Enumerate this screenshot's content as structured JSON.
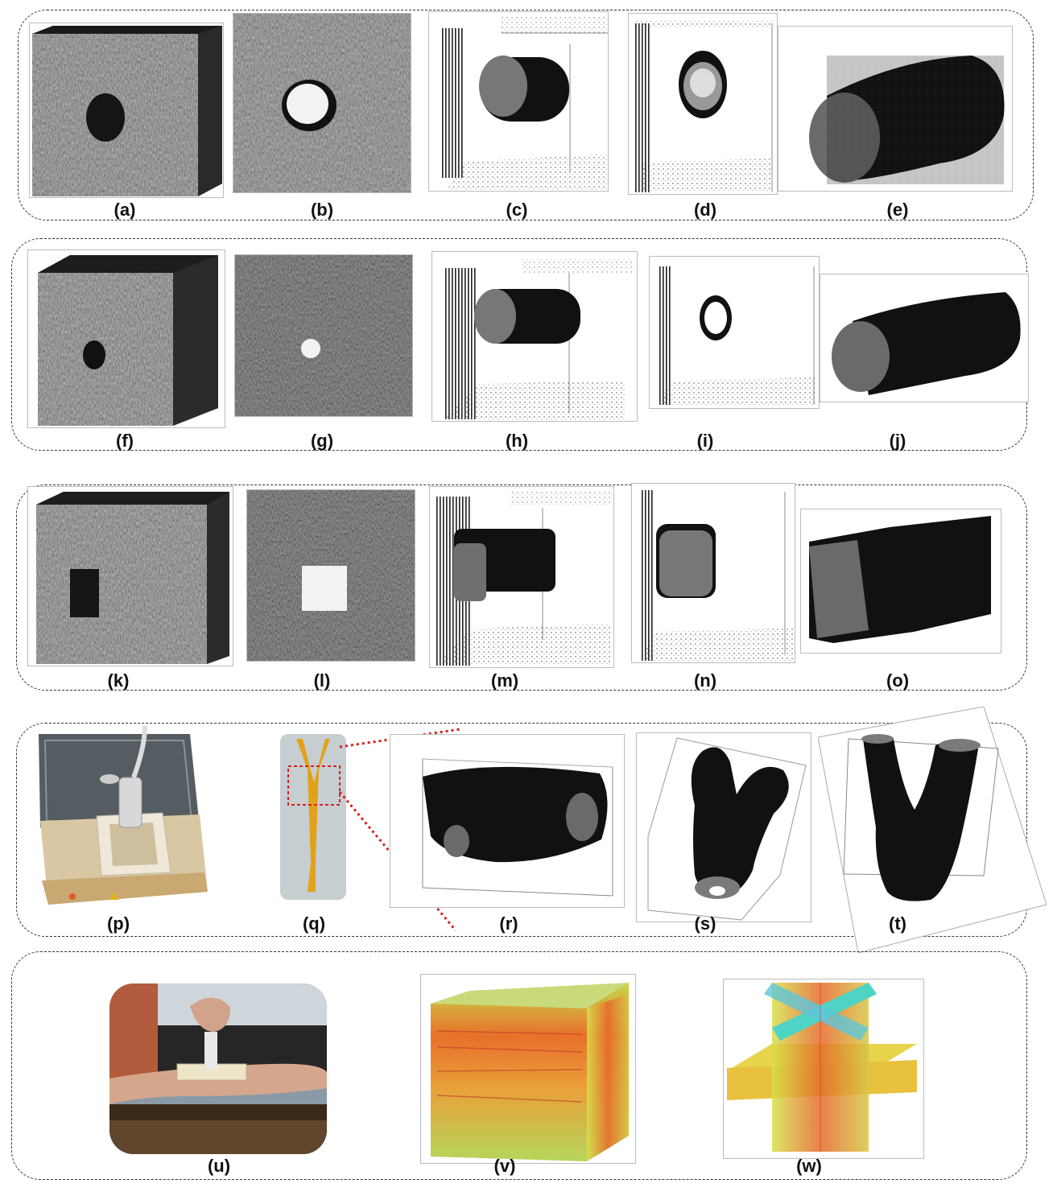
{
  "panels": {
    "a": "(a)",
    "b": "(b)",
    "c": "(c)",
    "d": "(d)",
    "e": "(e)",
    "f": "(f)",
    "g": "(g)",
    "h": "(h)",
    "i": "(i)",
    "j": "(j)",
    "k": "(k)",
    "l": "(l)",
    "m": "(m)",
    "n": "(n)",
    "o": "(o)",
    "p": "(p)",
    "q": "(q)",
    "r": "(r)",
    "s": "(s)",
    "t": "(t)",
    "u": "(u)",
    "v": "(v)",
    "w": "(w)"
  }
}
